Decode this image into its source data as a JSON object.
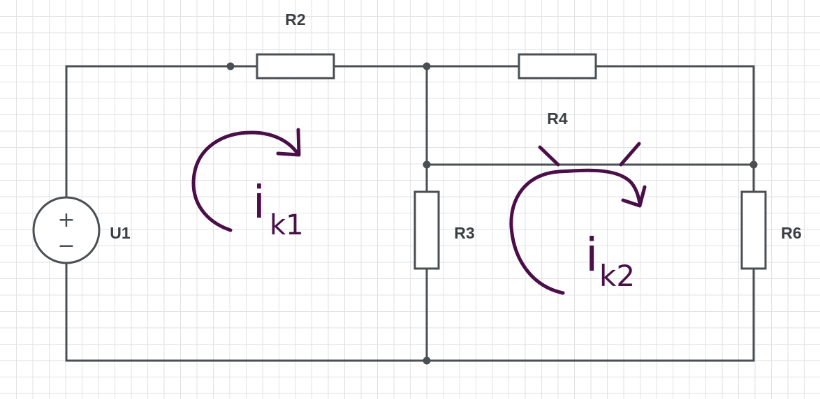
{
  "colors": {
    "grid": "#e2e2e2",
    "wire": "#4a4f53",
    "label": "#3b3f43",
    "ink": "#4a0f48"
  },
  "components": {
    "source": {
      "label": "U1",
      "plus": "+",
      "minus": "−"
    },
    "r2": {
      "label": "R2"
    },
    "r3": {
      "label": "R3"
    },
    "r4": {
      "label": "R4"
    },
    "r6": {
      "label": "R6"
    }
  },
  "annotations": {
    "loop1": {
      "main": "i",
      "sub": "k1"
    },
    "loop2": {
      "main": "i",
      "sub": "k2"
    }
  }
}
